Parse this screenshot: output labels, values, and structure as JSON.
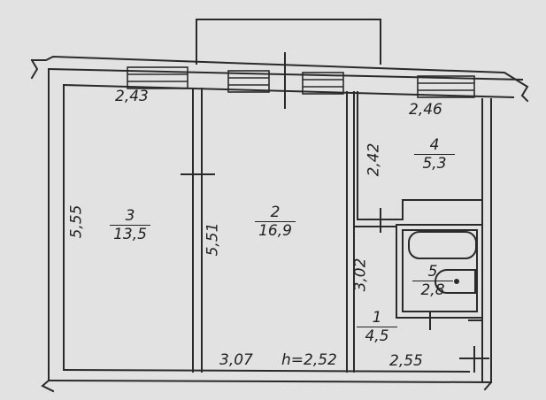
{
  "rooms": [
    {
      "number": "3",
      "area": "13,5"
    },
    {
      "number": "2",
      "area": "16,9"
    },
    {
      "number": "4",
      "area": "5,3"
    },
    {
      "number": "5",
      "area": "2,8"
    },
    {
      "number": "1",
      "area": "4,5"
    }
  ],
  "dimensions": {
    "room3_width": "2,43",
    "room3_length": "5,55",
    "room2_length": "5,51",
    "room2_width": "3,07",
    "ceiling_height": "h=2,52",
    "room4_width": "2,46",
    "room4_length": "2,42",
    "hall_length": "3,02",
    "hall_width": "2,55"
  }
}
